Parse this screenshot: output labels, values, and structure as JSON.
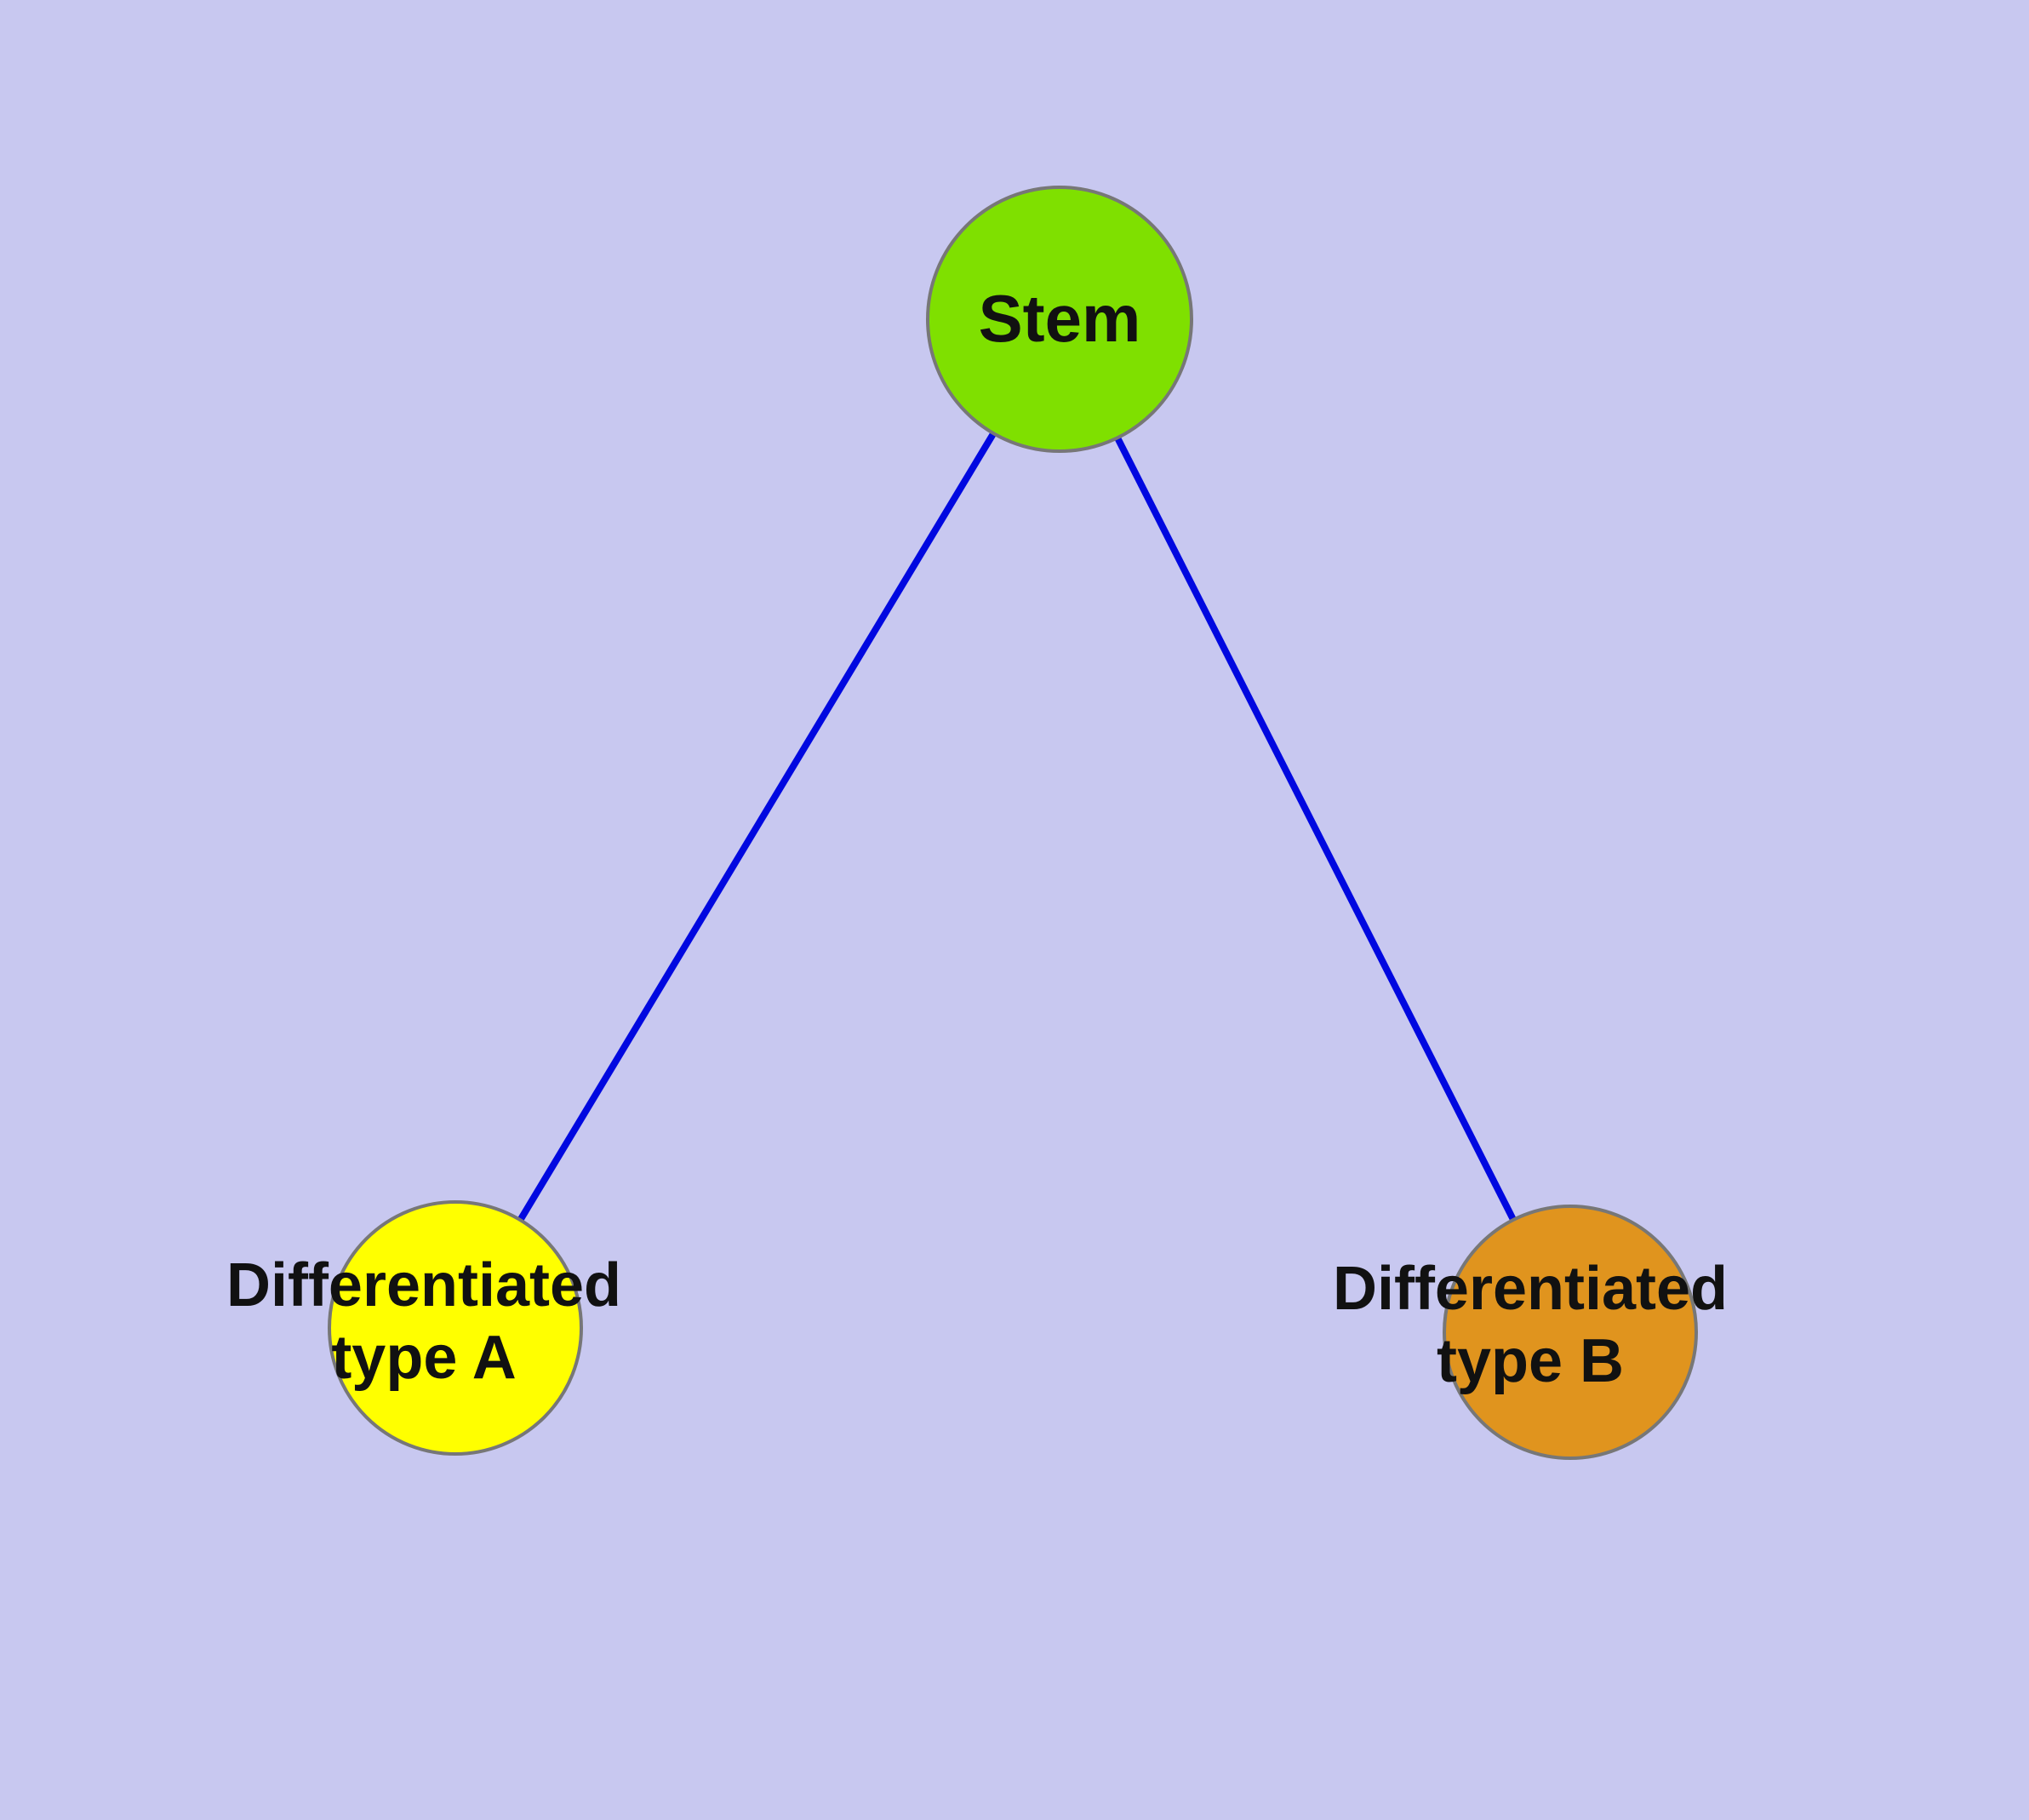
{
  "diagram": {
    "background_color": "#c8c8f0",
    "edge_color": "#0008e0",
    "node_border_color": "#777777",
    "nodes": {
      "stem": {
        "label": "Stem",
        "color": "#7fe000"
      },
      "type_a": {
        "label": "Differentiated type A",
        "color": "#ffff00"
      },
      "type_b": {
        "label": "Differentiated type B",
        "color": "#e0941e"
      }
    },
    "edges": [
      {
        "from": "stem",
        "to": "type_a"
      },
      {
        "from": "stem",
        "to": "type_b"
      }
    ]
  }
}
